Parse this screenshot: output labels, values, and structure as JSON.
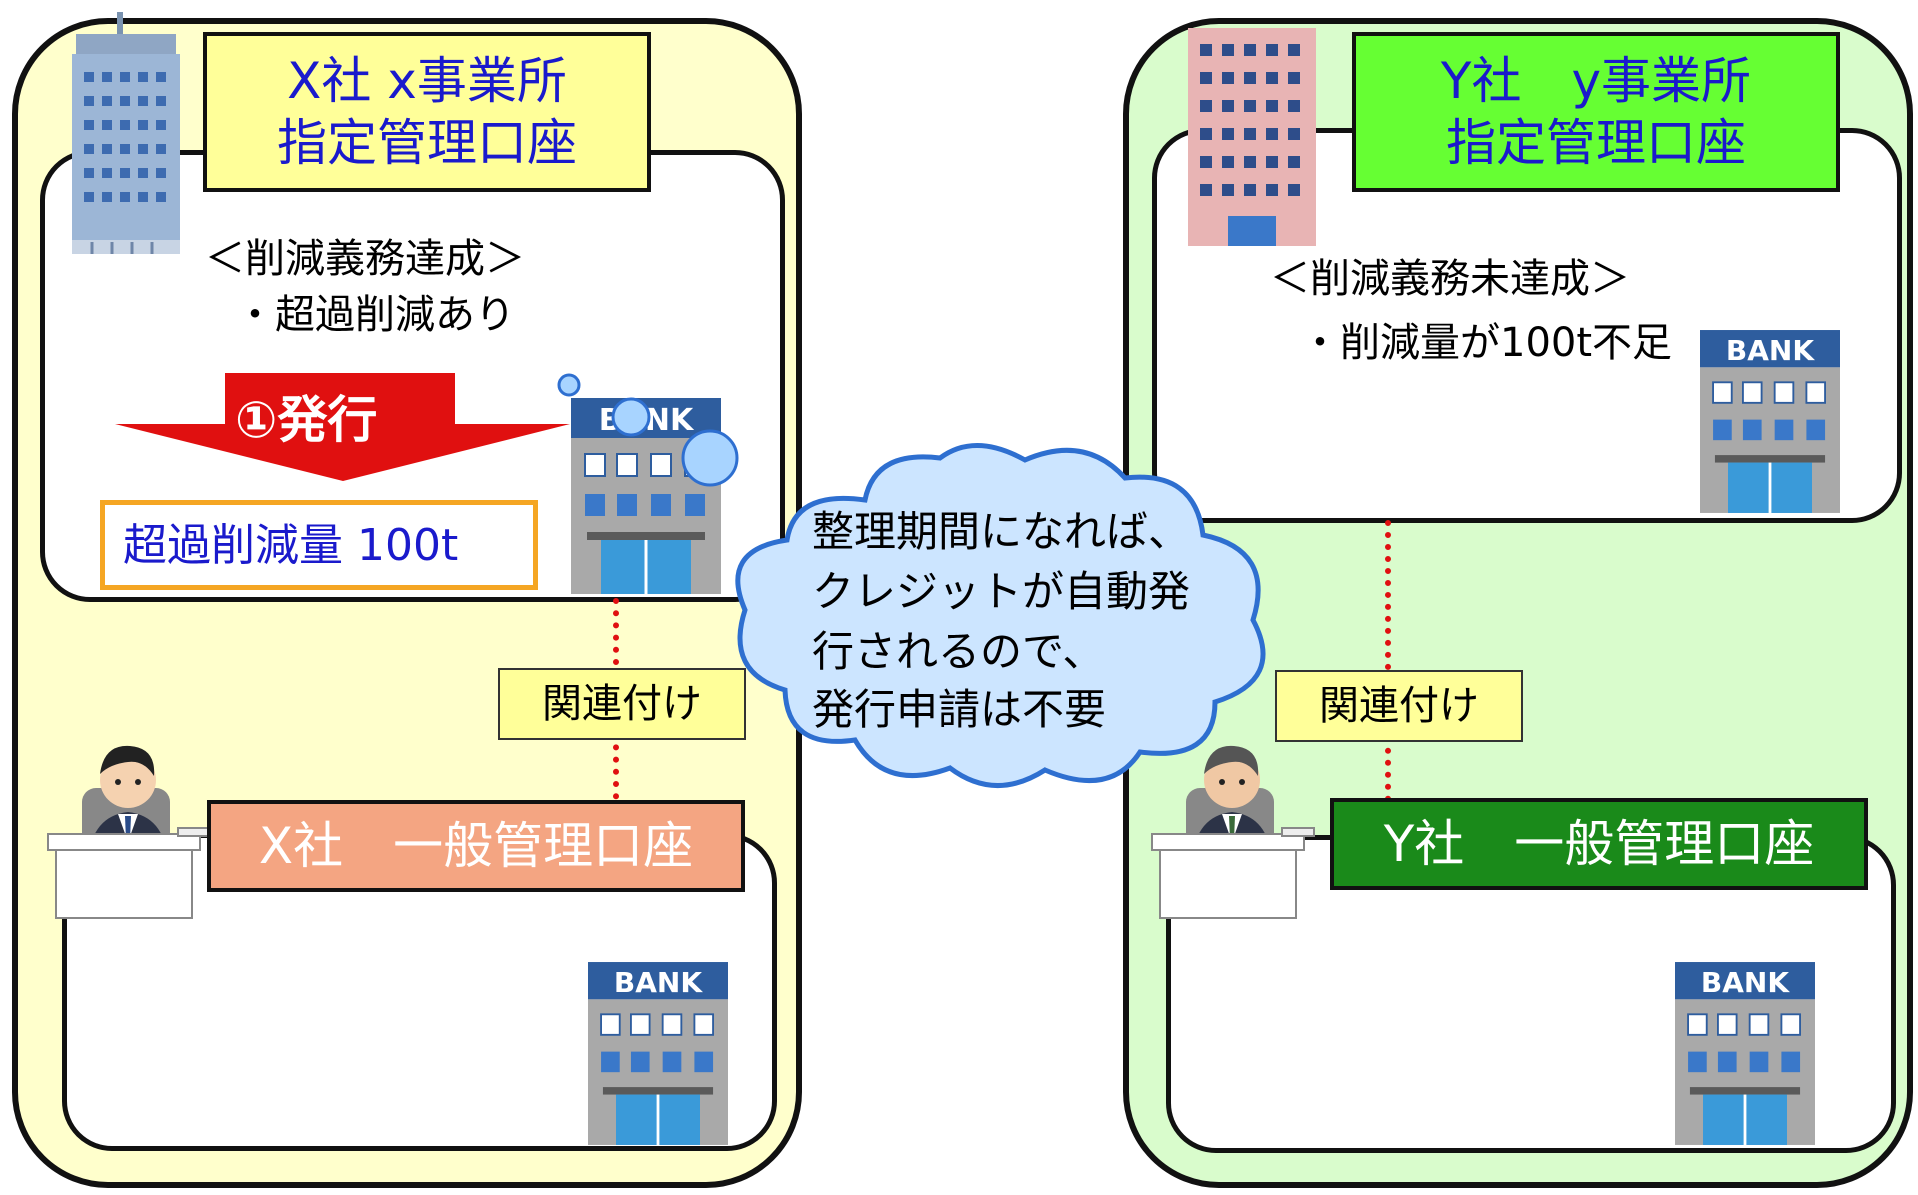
{
  "x_company": {
    "designated_title_line1": "X社 x事業所",
    "designated_title_line2": "指定管理口座",
    "status_heading": "＜削減義務達成＞",
    "status_detail": "・超過削減あり",
    "issue_label": "①発行",
    "excess_label": "超過削減量 100t",
    "link_label": "関連付け",
    "general_account_label": "X社　一般管理口座",
    "colors": {
      "region_fill": "#ffffcc",
      "title_fill": "#ffff99",
      "general_fill": "#f4a582",
      "general_text": "#ffffff",
      "arrow": "#e01010",
      "excess_border": "#f5a623",
      "text_blue": "#1a1acc"
    }
  },
  "y_company": {
    "designated_title_line1": "Y社　y事業所",
    "designated_title_line2": "指定管理口座",
    "status_heading": "＜削減義務未達成＞",
    "status_detail": "・削減量が100t不足",
    "link_label": "関連付け",
    "general_account_label": "Y社　一般管理口座",
    "colors": {
      "region_fill": "#d9fccc",
      "title_fill": "#66ff33",
      "general_fill": "#1a8a1a",
      "general_text": "#ffffff"
    }
  },
  "callout": {
    "line1": "整理期間になれば、",
    "line2": "クレジットが自動発",
    "line3": "行されるので、",
    "line4": "発行申請は不要",
    "fill": "#cce5ff"
  },
  "bank": {
    "sign": "BANK"
  },
  "icons": [
    "office-building-icon",
    "bank-building-icon",
    "businessman-at-desk-icon",
    "issue-arrow-icon",
    "cloud-callout-icon"
  ]
}
